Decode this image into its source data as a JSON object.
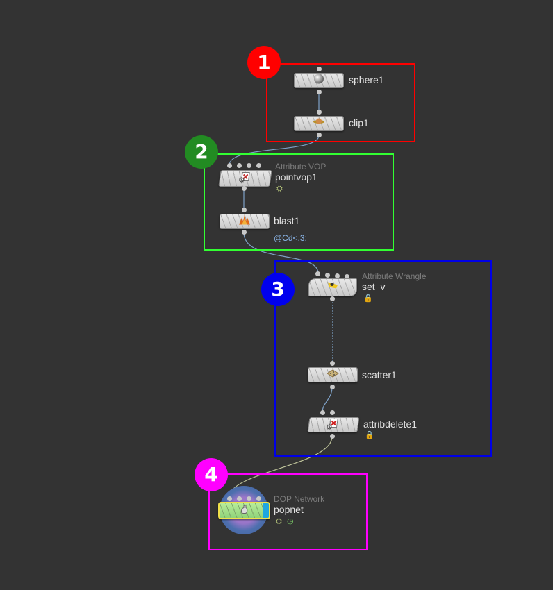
{
  "colors": {
    "background": "#333333",
    "group_1": "#ff0000",
    "group_2": "#32ff32",
    "group_3": "#0000e6",
    "group_4": "#ff00ff",
    "badge_1": "#ff0000",
    "badge_2": "#228b22",
    "badge_3": "#0000ee",
    "badge_4": "#ff00ff",
    "wire": "#7fa2c8",
    "wire_popnet": "#bfc49a",
    "selection": "#f0e14a",
    "expression_text": "#8ab4e6"
  },
  "badges": {
    "b1": "1",
    "b2": "2",
    "b3": "3",
    "b4": "4"
  },
  "nodes": {
    "sphere1": {
      "name": "sphere1",
      "icon": "sphere-icon"
    },
    "clip1": {
      "name": "clip1",
      "icon": "clip-icon"
    },
    "pointvop1": {
      "name": "pointvop1",
      "type": "Attribute VOP",
      "icon": "vop-icon"
    },
    "blast1": {
      "name": "blast1",
      "icon": "blast-icon",
      "expression": "@Cd<.3;"
    },
    "set_v": {
      "name": "set_v",
      "type": "Attribute Wrangle",
      "icon": "wrangle-icon"
    },
    "scatter1": {
      "name": "scatter1",
      "icon": "scatter-icon"
    },
    "attribdelete1": {
      "name": "attribdelete1",
      "icon": "attribdelete-icon"
    },
    "popnet": {
      "name": "popnet",
      "type": "DOP Network",
      "icon": "dop-network-icon"
    }
  }
}
